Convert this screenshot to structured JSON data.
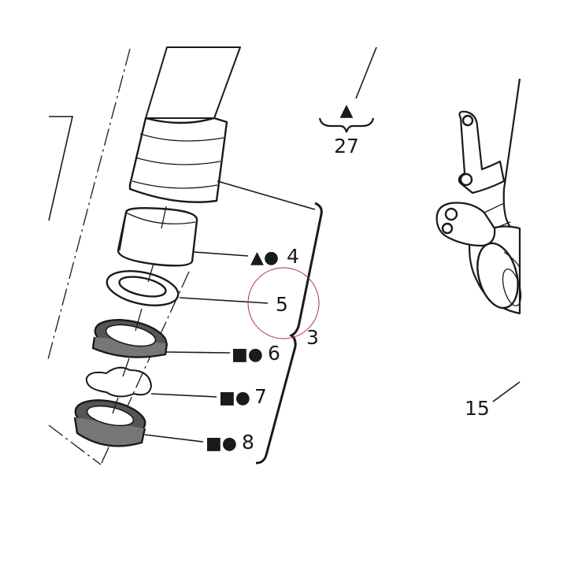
{
  "callouts": {
    "c27": {
      "number": "27",
      "symbols": "▲"
    },
    "c4": {
      "number": "4",
      "symbols": "▲●"
    },
    "c5": {
      "number": "5",
      "symbols": ""
    },
    "c3": {
      "number": "3",
      "symbols": ""
    },
    "c6": {
      "number": "6",
      "symbols": "■●"
    },
    "c7": {
      "number": "7",
      "symbols": "■●"
    },
    "c8": {
      "number": "8",
      "symbols": "■●"
    },
    "c15": {
      "number": "15",
      "symbols": ""
    }
  },
  "highlight_circle": {
    "color": "#b03050",
    "target": "5"
  },
  "colors": {
    "ink": "#1a1a1a",
    "paper": "#ffffff",
    "seal_dark": "#555555",
    "seal_mid": "#777777"
  }
}
